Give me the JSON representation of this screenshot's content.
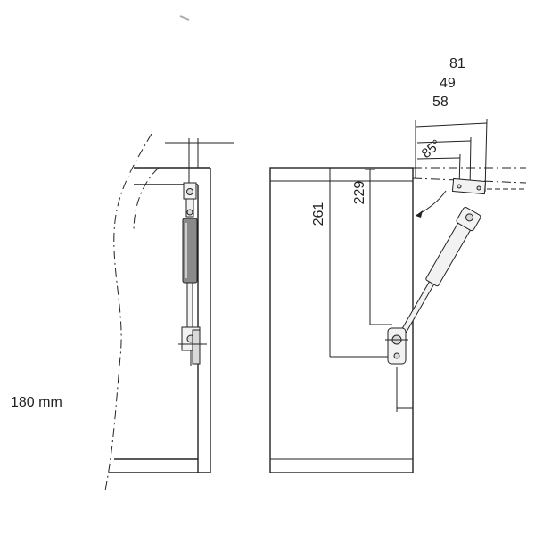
{
  "labels": {
    "height_note": "180 mm",
    "dim_81": "81",
    "dim_49": "49",
    "dim_58": "58",
    "dim_261": "261",
    "dim_229": "229",
    "angle": "85°"
  },
  "colors": {
    "line": "#222222",
    "part_fill": "#d9d9d9",
    "part_dark": "#8a8a8a"
  }
}
